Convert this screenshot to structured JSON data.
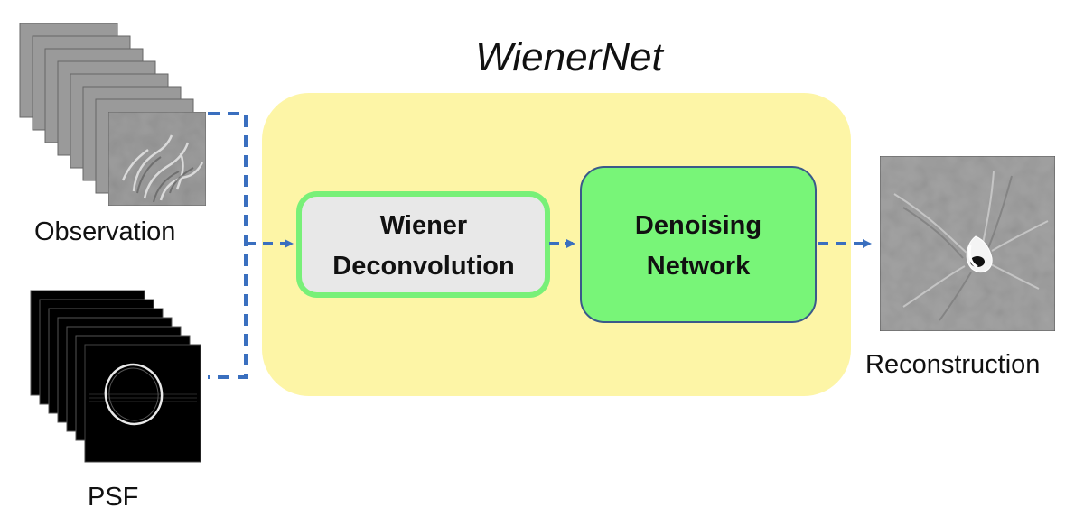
{
  "diagram": {
    "title": "WienerNet",
    "inputs": {
      "observation_label": "Observation",
      "psf_label": "PSF"
    },
    "blocks": {
      "wiener": {
        "line1": "Wiener",
        "line2": "Deconvolution"
      },
      "denoise": {
        "line1": "Denoising",
        "line2": "Network"
      }
    },
    "output_label": "Reconstruction",
    "colors": {
      "container": "#fdf5a6",
      "wiener_fill": "#e8e8e8",
      "wiener_border": "#78f078",
      "denoise_fill": "#78f578",
      "denoise_border": "#3a5a8a",
      "arrow": "#3a6fbf"
    }
  }
}
